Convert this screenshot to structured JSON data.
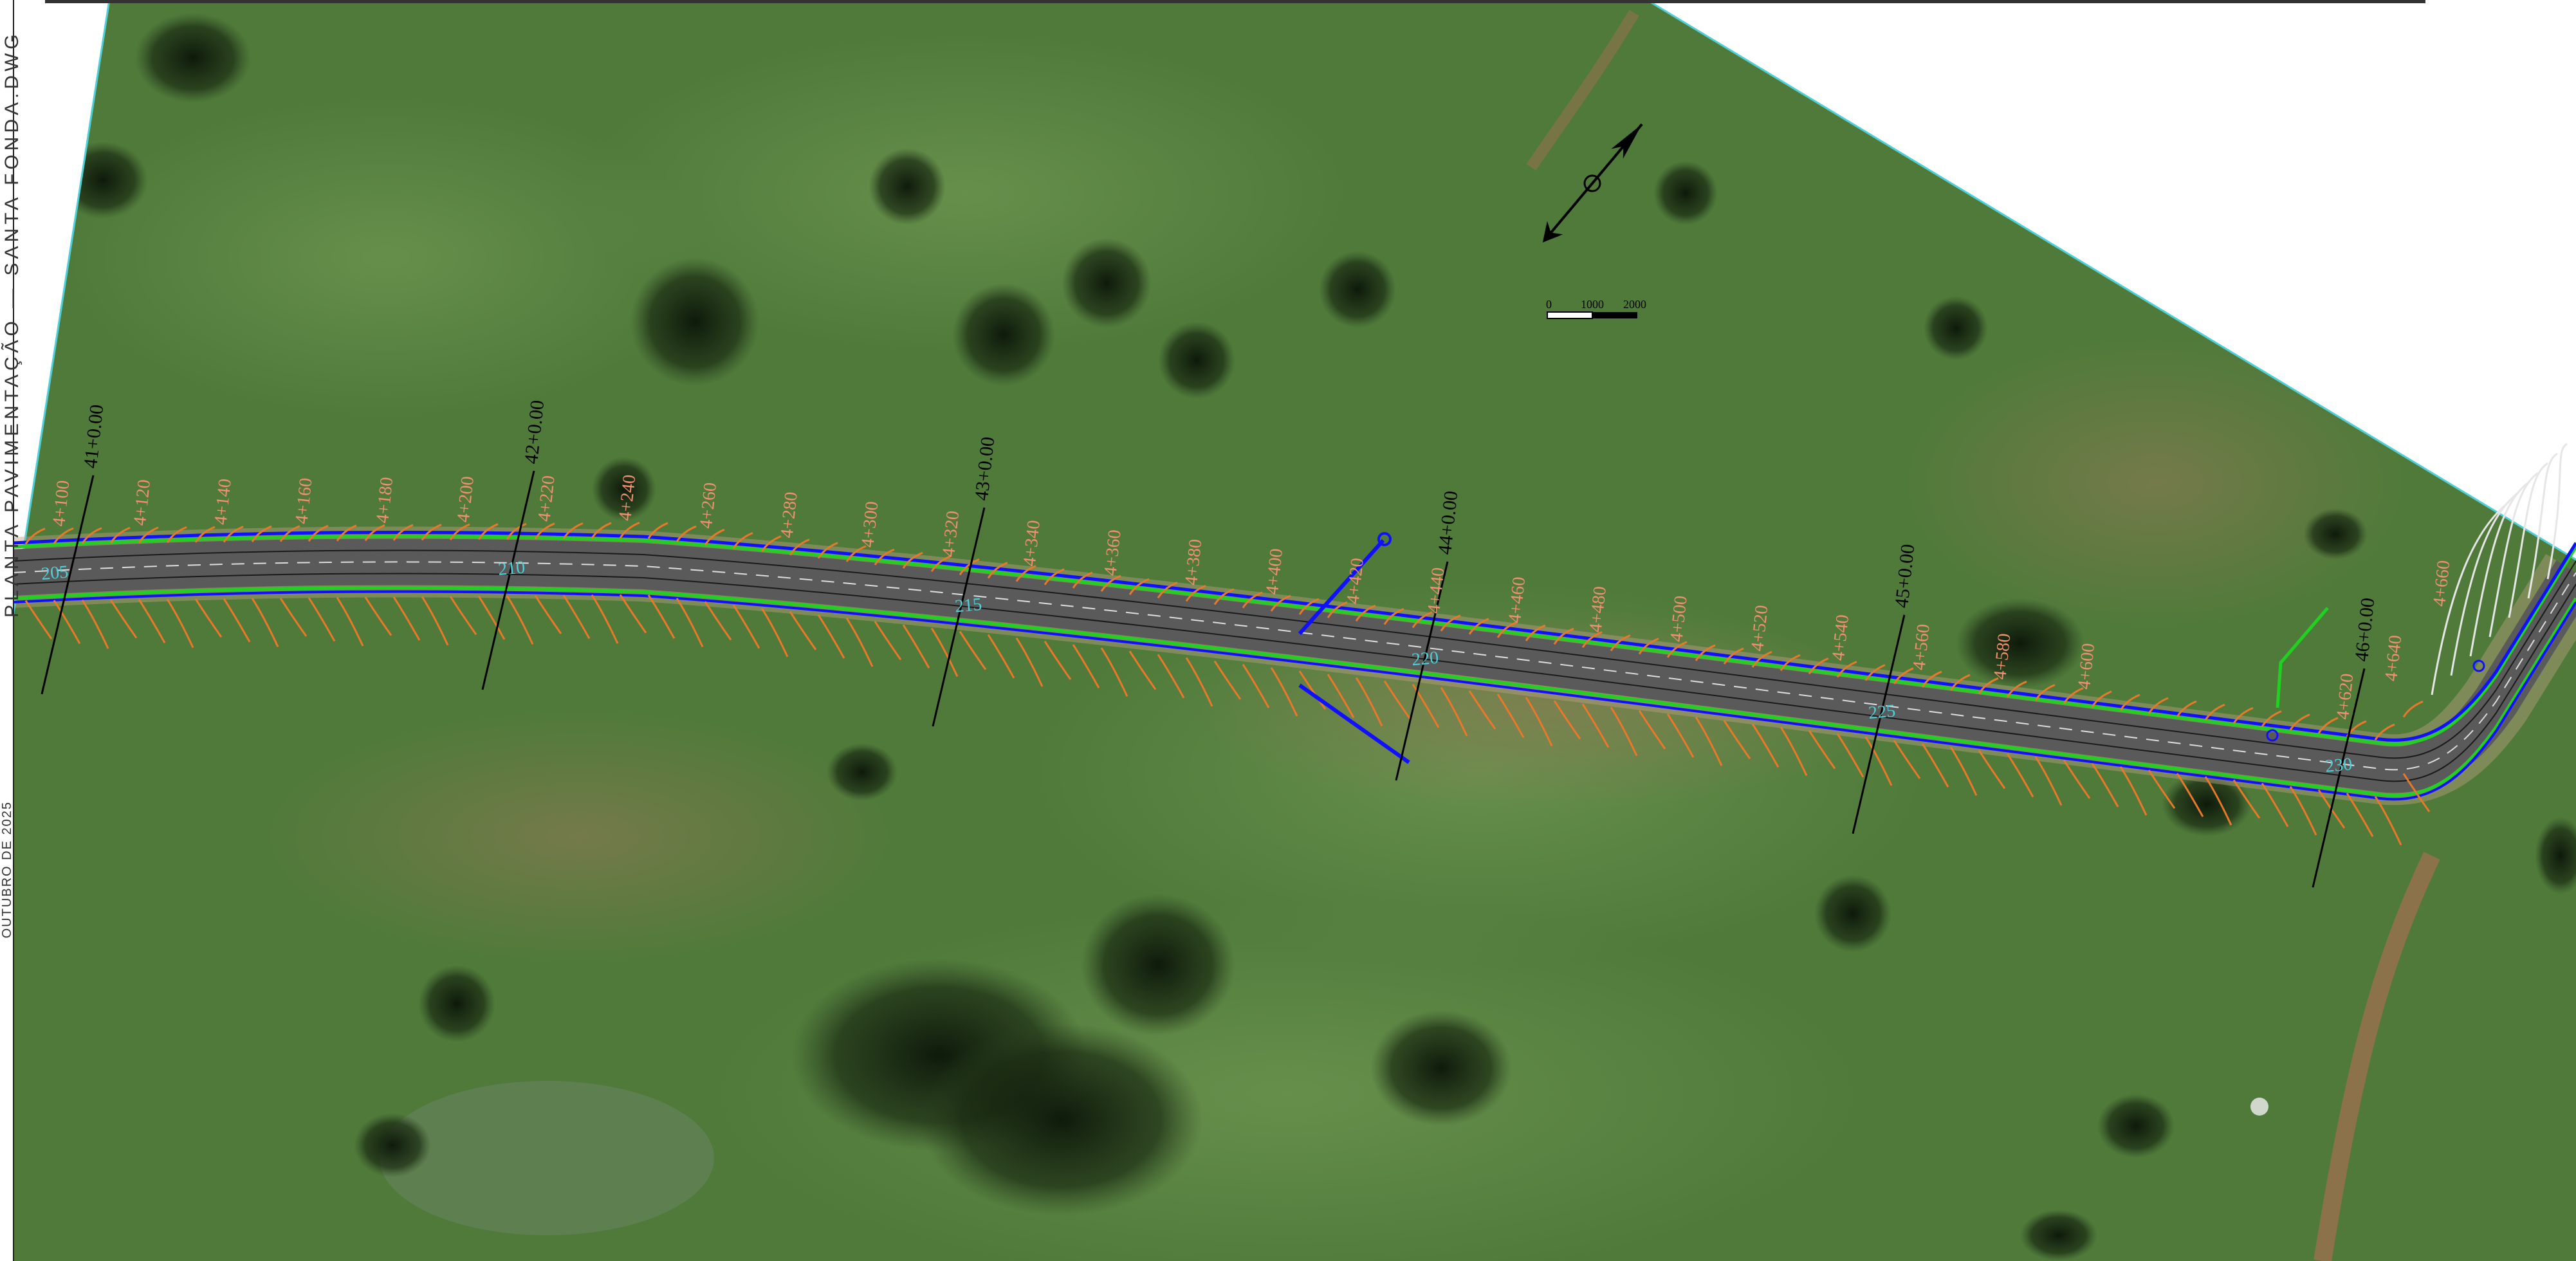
{
  "sheet": {
    "side_title": "PLANTA PAVIMENTAÇÃO — SANTA FONDA.DWG",
    "side_date": "OUTUBRO DE 2025"
  },
  "colors": {
    "grass": "#4f7a3a",
    "road": "#5a5a5a",
    "edge_green": "#22d022",
    "edge_blue": "#1010ff",
    "contour_orange": "#e8782a",
    "contour_white": "#e6e6e6",
    "station_major": "#000000",
    "station_minor": "#f09070",
    "elevation_label": "#4fd0d8",
    "dirt_path": "#a07050"
  },
  "stations_major": [
    "41+0.00",
    "42+0.00",
    "43+0.00",
    "44+0.00",
    "45+0.00",
    "46+0.00"
  ],
  "stations_minor": [
    "4+100",
    "4+120",
    "4+140",
    "4+160",
    "4+180",
    "4+200",
    "4+220",
    "4+240",
    "4+260",
    "4+280",
    "4+300",
    "4+320",
    "4+340",
    "4+360",
    "4+380",
    "4+400",
    "4+420",
    "4+440",
    "4+460",
    "4+480",
    "4+500",
    "4+520",
    "4+540",
    "4+560",
    "4+580",
    "4+600",
    "4+620",
    "4+640",
    "4+660"
  ],
  "elevations": [
    "205",
    "210",
    "215",
    "220",
    "225",
    "230"
  ],
  "scale_bar": {
    "labels": [
      "0",
      "1000",
      "2000"
    ]
  },
  "north_arrow": {
    "icon": "north-arrow-icon"
  }
}
